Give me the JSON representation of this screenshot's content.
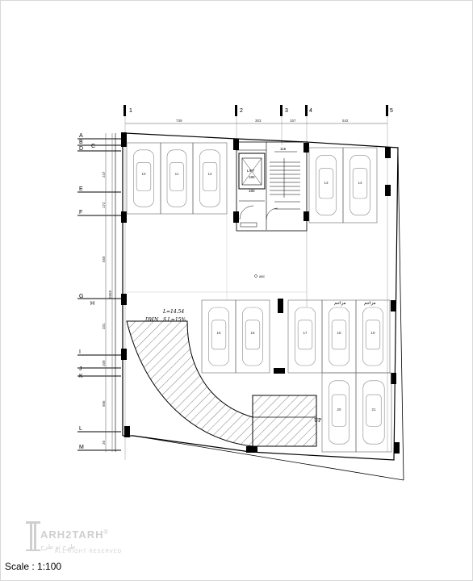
{
  "scale_label": "Scale : 1:100",
  "logo": {
    "brand": "ARH2TARH",
    "registered": "®",
    "persian": "طرح تو طرح",
    "tagline": "ALL RIGHT RESERVED"
  },
  "grid": {
    "vertical": [
      "1",
      "2",
      "3",
      "4",
      "5"
    ],
    "horizontal": [
      "A",
      "B",
      "C",
      "D",
      "E",
      "F",
      "G",
      "H",
      "I",
      "J",
      "K",
      "L",
      "M"
    ]
  },
  "top_dimensions": [
    "739",
    "303",
    "157",
    "542"
  ],
  "left_dimensions": [
    "247",
    "172",
    "550",
    "331",
    "100",
    "506",
    "26"
  ],
  "left_total": "2668",
  "ramp": {
    "length": "L=14.54",
    "direction": "DWN",
    "slope": "S.L=15%"
  },
  "up_label": "UP",
  "lift": {
    "label": "LIFT",
    "top_dim": "180",
    "bottom_dim": "180"
  },
  "stair": {
    "top_dim": "115"
  },
  "parking_numbers": [
    "10",
    "11",
    "12",
    "13",
    "14",
    "15",
    "16",
    "17",
    "18",
    "19",
    "20",
    "21"
  ],
  "shared_label": "مزاحم",
  "center_mark": "ABC"
}
